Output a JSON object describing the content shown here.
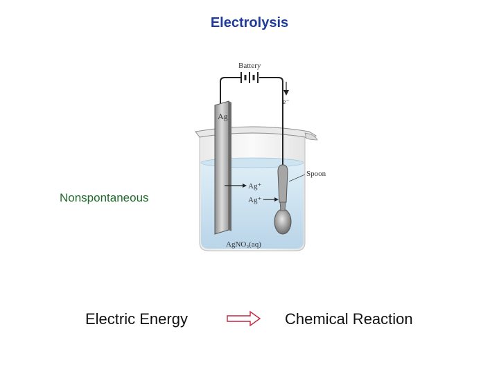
{
  "title": "Electrolysis",
  "side_label": "Nonspontaneous",
  "bottom": {
    "left_text": "Electric Energy",
    "right_text": "Chemical Reaction"
  },
  "diagram": {
    "battery_label": "Battery",
    "electron_label": "e⁻",
    "electrode_label": "Ag",
    "spoon_label": "Spoon",
    "ion_label_1": "Ag⁺",
    "ion_label_2": "Ag⁺",
    "solution_label": "AgNO₃(aq)"
  },
  "colors": {
    "title": "#1f3a9e",
    "side_label": "#1f6b2a",
    "arrow_outline": "#c0243b"
  }
}
